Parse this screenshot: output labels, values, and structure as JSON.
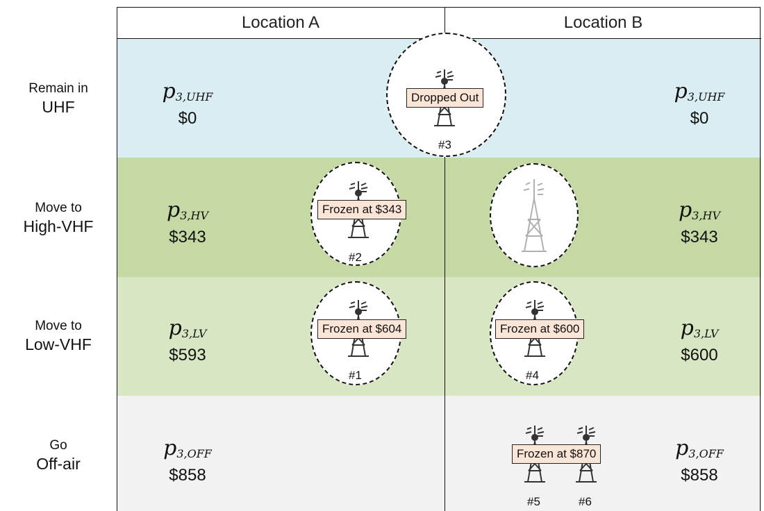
{
  "columns": [
    "Location A",
    "Location B"
  ],
  "rows": [
    {
      "label_line1": "Remain in",
      "label_line2": "UHF",
      "symbol": "p",
      "subscript": "3,UHF",
      "price_a": "$0",
      "price_b": "$0",
      "color": "#daedf2"
    },
    {
      "label_line1": "Move to",
      "label_line2": "High-VHF",
      "symbol": "p",
      "subscript": "3,HV",
      "price_a": "$343",
      "price_b": "$343",
      "color": "#c5d9a4"
    },
    {
      "label_line1": "Move to",
      "label_line2": "Low-VHF",
      "symbol": "p",
      "subscript": "3,LV",
      "price_a": "$593",
      "price_b": "$600",
      "color": "#d8e6c3"
    },
    {
      "label_line1": "Go",
      "label_line2": "Off-air",
      "symbol": "p",
      "subscript": "3,OFF",
      "price_a": "$858",
      "price_b": "$858",
      "color": "#f2f2f2"
    }
  ],
  "stations": {
    "s1": {
      "number": "#1",
      "tag": "Frozen at $604"
    },
    "s2": {
      "number": "#2",
      "tag": "Frozen at $343"
    },
    "s3": {
      "number": "#3",
      "tag": "Dropped Out"
    },
    "s4": {
      "number": "#4",
      "tag": "Frozen at $600"
    },
    "s5": {
      "number": "#5"
    },
    "s6": {
      "number": "#6"
    },
    "s56_tag": "Frozen at $870"
  },
  "icons": {
    "tower": "broadcast-tower-icon",
    "faded_tower": "faded-broadcast-tower-icon"
  }
}
